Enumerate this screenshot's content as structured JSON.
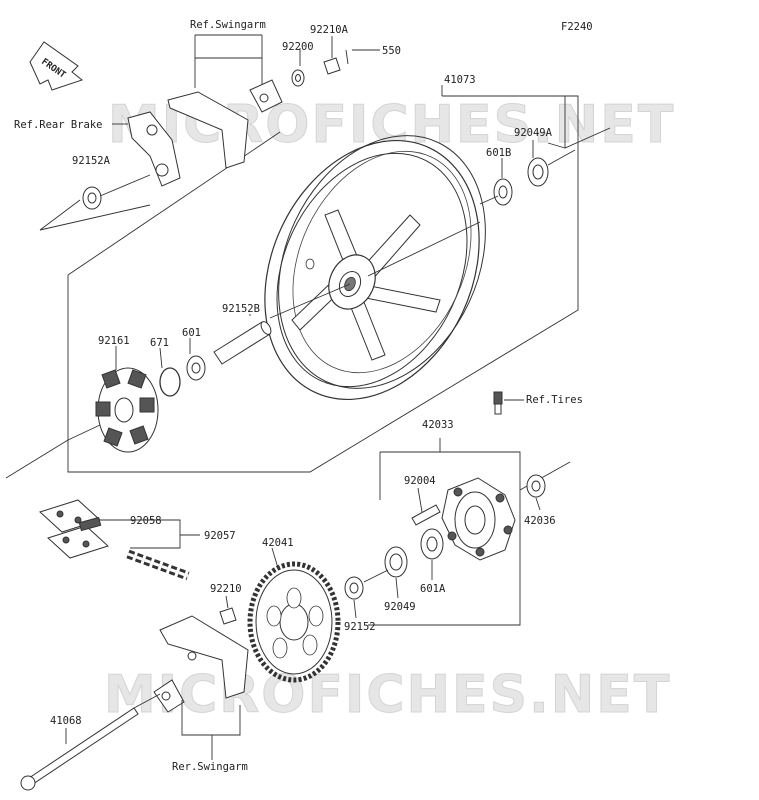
{
  "diagram_code": "F2240",
  "watermark": "MICROFICHES.NET",
  "front_badge": "FRONT",
  "labels": {
    "ref_swingarm": "Ref.Swingarm",
    "p92210A": "92210A",
    "p92200": "92200",
    "p550": "550",
    "ref_rear_brake": "Ref.Rear Brake",
    "p41073": "41073",
    "p92049A": "92049A",
    "p601B": "601B",
    "p92152A": "92152A",
    "p92152B": "92152B",
    "p92161": "92161",
    "p671": "671",
    "p601": "601",
    "ref_tires": "Ref.Tires",
    "p42033": "42033",
    "p92004": "92004",
    "p42036": "42036",
    "p92058": "92058",
    "p92057": "92057",
    "p42041": "42041",
    "p92210": "92210",
    "p92049": "92049",
    "p601A": "601A",
    "p92152": "92152",
    "p41068": "41068",
    "rer_swingarm": "Rer.Swingarm"
  }
}
